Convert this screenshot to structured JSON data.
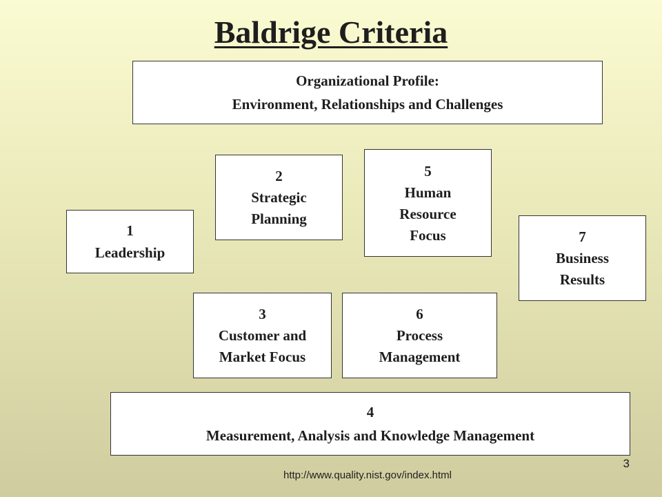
{
  "title": "Baldrige Criteria",
  "profile": {
    "line1": "Organizational Profile:",
    "line2": "Environment, Relationships and Challenges"
  },
  "categories": {
    "c1": {
      "number": "1",
      "label": "Leadership"
    },
    "c2": {
      "number": "2",
      "label": "Strategic\nPlanning"
    },
    "c3": {
      "number": "3",
      "label": "Customer and\nMarket Focus"
    },
    "c4": {
      "number": "4",
      "label": "Measurement, Analysis and Knowledge Management"
    },
    "c5": {
      "number": "5",
      "label": "Human\nResource\nFocus"
    },
    "c6": {
      "number": "6",
      "label": "Process\nManagement"
    },
    "c7": {
      "number": "7",
      "label": "Business\nResults"
    }
  },
  "footer": {
    "url": "http://www.quality.nist.gov/index.html",
    "slide_number": "3"
  }
}
